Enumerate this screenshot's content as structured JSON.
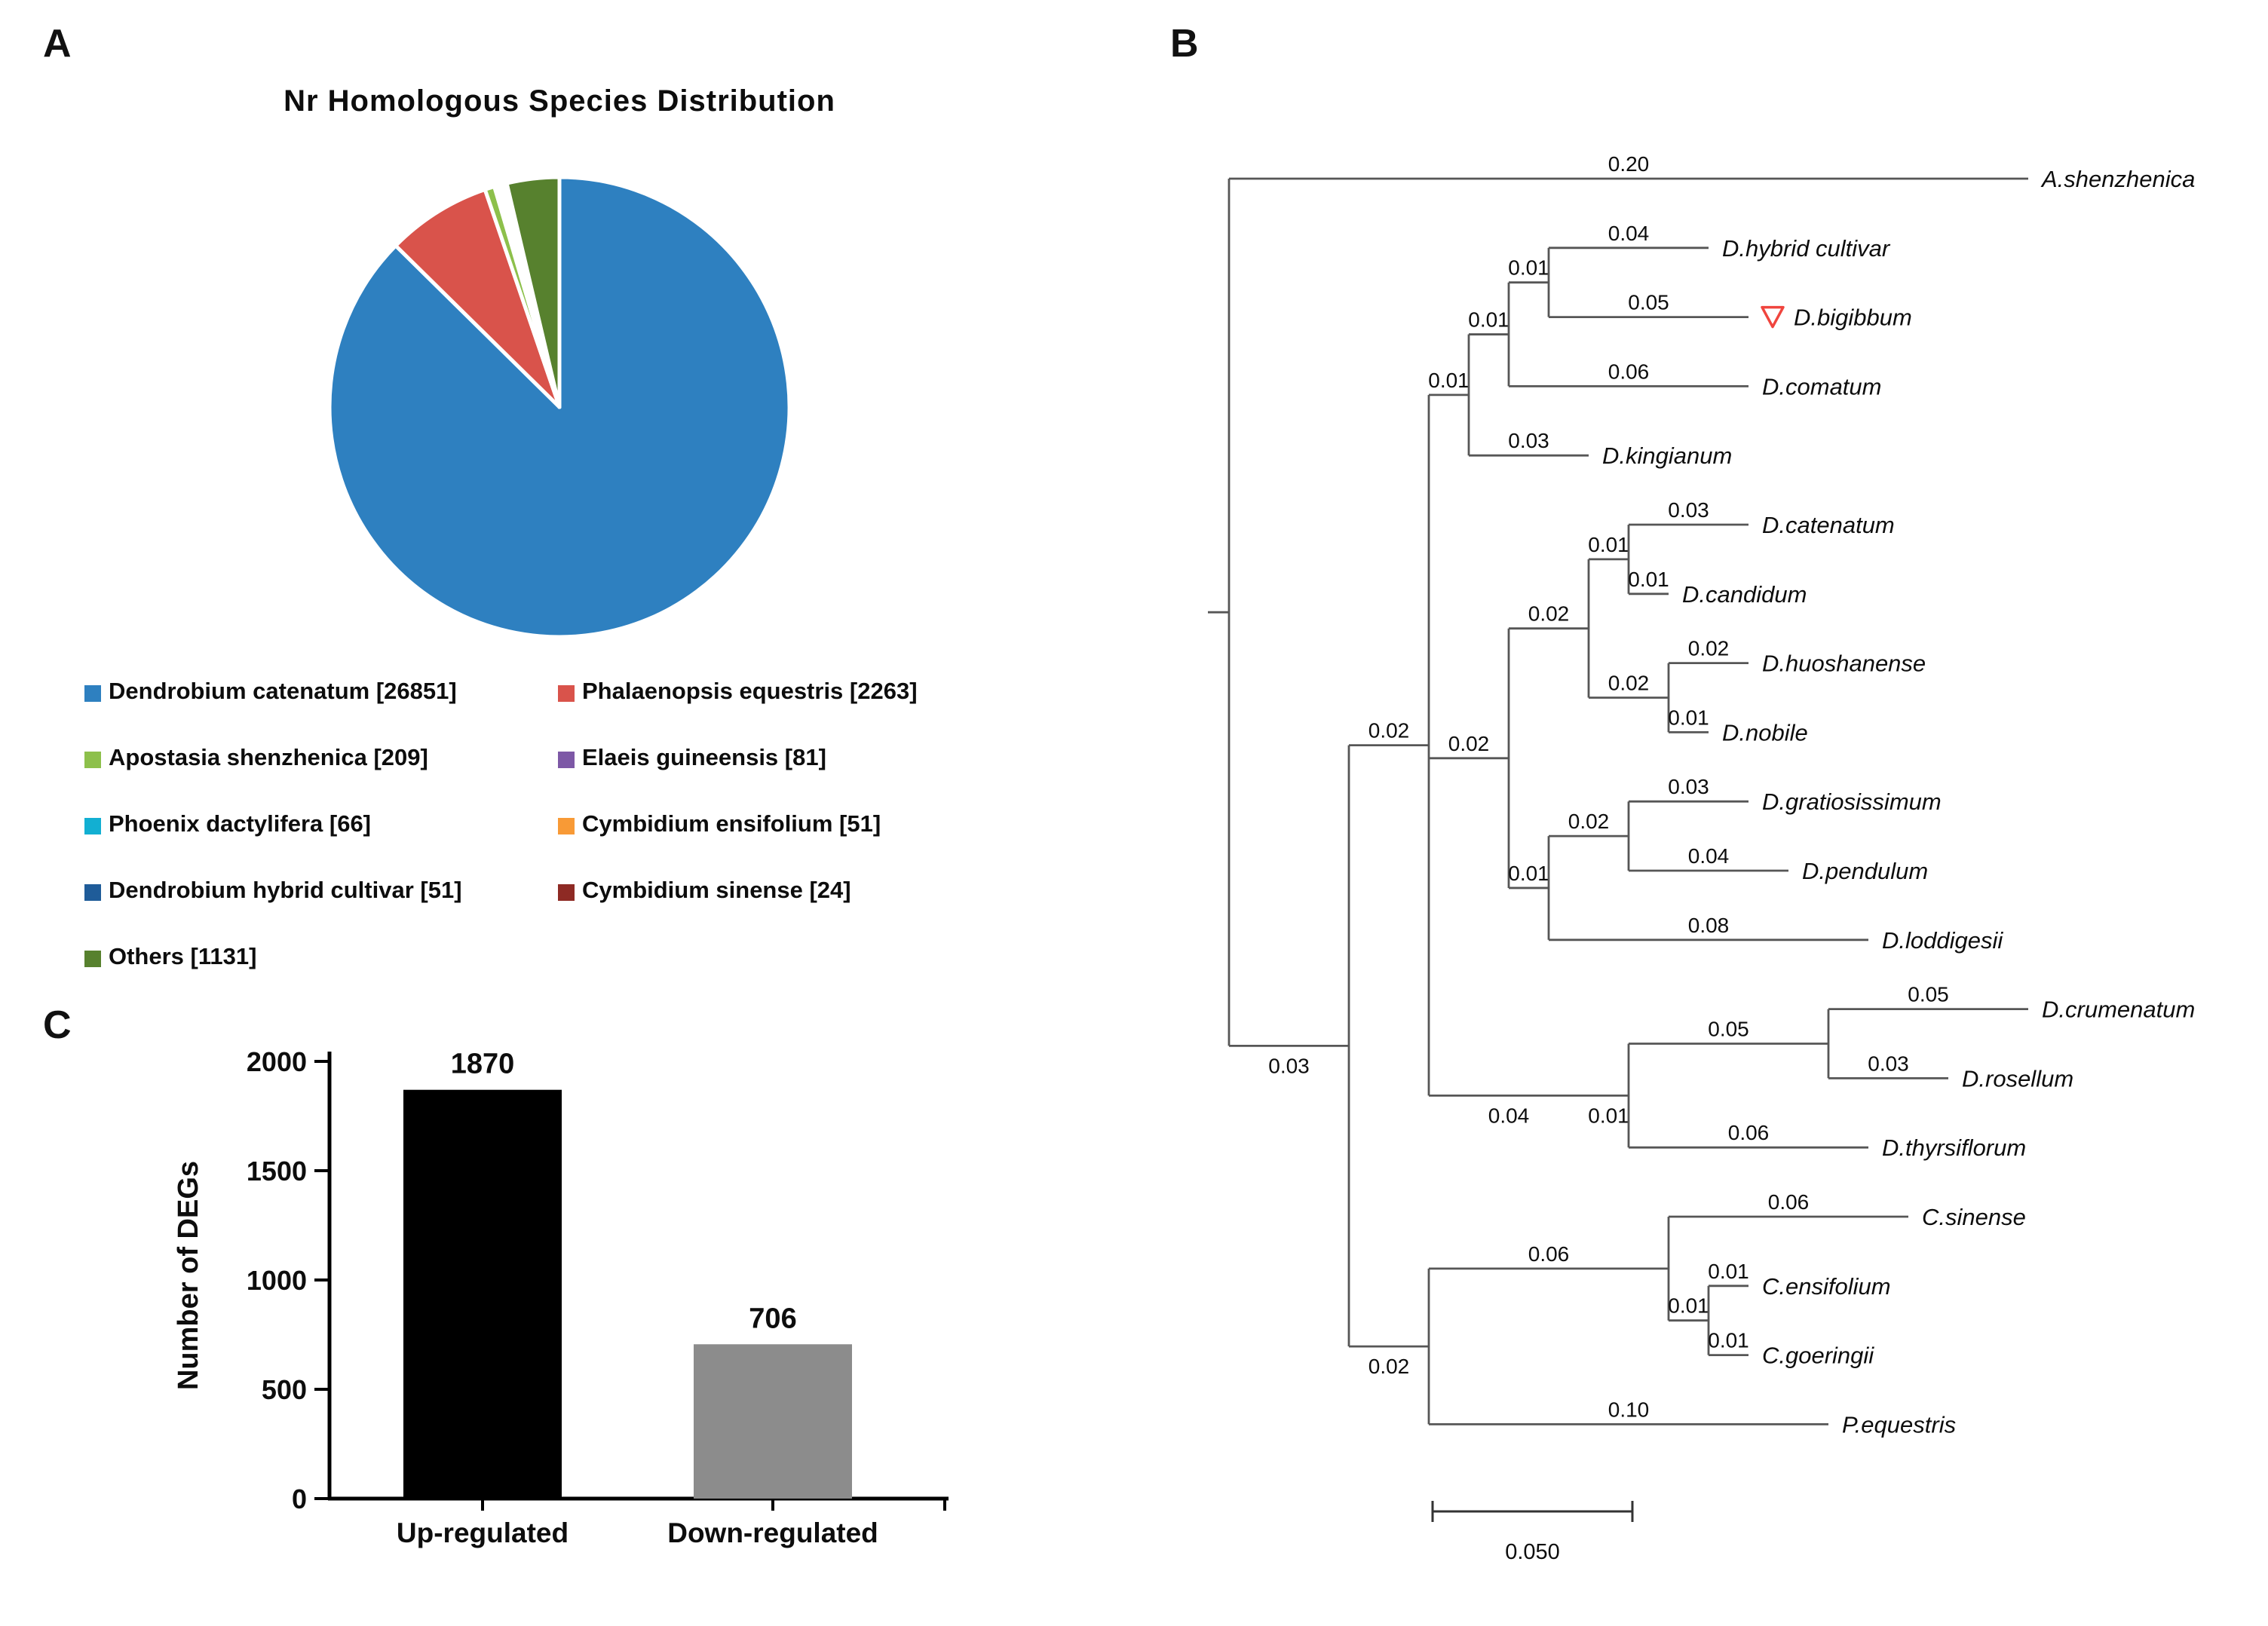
{
  "panels": {
    "a": "A",
    "b": "B",
    "c": "C"
  },
  "colors": {
    "background": "#ffffff",
    "tree_line": "#565656",
    "axis": "#000000",
    "text": "#111111",
    "marker_red": "#f0453e",
    "pie_separator": "#ffffff"
  },
  "chart_data": [
    {
      "type": "pie",
      "title": "Nr Homologous Species Distribution",
      "labels": [
        "Dendrobium catenatum",
        "Phalaenopsis equestris",
        "Apostasia shenzhenica",
        "Elaeis guineensis",
        "Phoenix dactylifera",
        "Dendrobium hybrid cultivar",
        "Cymbidium ensifolium",
        "Cymbidium sinense",
        "Others"
      ],
      "values": [
        26851,
        2263,
        209,
        81,
        66,
        51,
        51,
        24,
        1131
      ],
      "colors": [
        "#2E80C0",
        "#D9534B",
        "#8DC04B",
        "#7D58A6",
        "#12AFD2",
        "#1F5C99",
        "#F89A36",
        "#8E2A24",
        "#57812E"
      ],
      "legend_rows": [
        [
          0,
          1
        ],
        [
          2,
          3
        ],
        [
          4,
          6
        ],
        [
          5,
          7
        ],
        [
          8,
          null
        ]
      ],
      "legend_position": "below",
      "start_angle_deg": -90,
      "direction": "clockwise"
    },
    {
      "type": "bar",
      "categories": [
        "Up-regulated",
        "Down-regulated"
      ],
      "values": [
        1870,
        706
      ],
      "value_labels": [
        "1870",
        "706"
      ],
      "bar_colors": [
        "#000000",
        "#8c8c8c"
      ],
      "ylabel": "Number of DEGs",
      "yticks": [
        "0",
        "500",
        "1000",
        "1500",
        "2000"
      ],
      "ylim": [
        0,
        2000
      ],
      "grid": false
    },
    {
      "type": "tree",
      "description": "Phylogenetic tree (phylogram) with branch lengths",
      "scale_bar_label": "0.050",
      "scale_bar_value": 0.05,
      "root": {
        "children": [
          {
            "name": "A.shenzhenica",
            "length": 0.2,
            "label": "0.20"
          },
          {
            "length": 0.03,
            "label": "0.03",
            "label_side": "below",
            "children": [
              {
                "length": 0.02,
                "label": "0.02",
                "children": [
                  {
                    "length": 0.01,
                    "label": "0.01",
                    "children": [
                      {
                        "length": 0.01,
                        "label": "0.01",
                        "children": [
                          {
                            "length": 0.01,
                            "label": "0.01",
                            "children": [
                              {
                                "name": "D.hybrid cultivar",
                                "length": 0.04,
                                "label": "0.04"
                              },
                              {
                                "name": "D.bigibbum",
                                "length": 0.05,
                                "label": "0.05",
                                "marker": true
                              }
                            ]
                          },
                          {
                            "name": "D.comatum",
                            "length": 0.06,
                            "label": "0.06"
                          }
                        ]
                      },
                      {
                        "name": "D.kingianum",
                        "length": 0.03,
                        "label": "0.03"
                      }
                    ]
                  },
                  {
                    "length": 0.02,
                    "label": "0.02",
                    "children": [
                      {
                        "length": 0.02,
                        "label": "0.02",
                        "children": [
                          {
                            "length": 0.01,
                            "label": "0.01",
                            "children": [
                              {
                                "name": "D.catenatum",
                                "length": 0.03,
                                "label": "0.03"
                              },
                              {
                                "name": "D.candidum",
                                "length": 0.01,
                                "label": "0.01"
                              }
                            ]
                          },
                          {
                            "length": 0.02,
                            "label": "0.02",
                            "children": [
                              {
                                "name": "D.huoshanense",
                                "length": 0.02,
                                "label": "0.02"
                              },
                              {
                                "name": "D.nobile",
                                "length": 0.01,
                                "label": "0.01"
                              }
                            ]
                          }
                        ]
                      },
                      {
                        "length": 0.01,
                        "label": "0.01",
                        "children": [
                          {
                            "length": 0.02,
                            "label": "0.02",
                            "children": [
                              {
                                "name": "D.gratiosissimum",
                                "length": 0.03,
                                "label": "0.03"
                              },
                              {
                                "name": "D.pendulum",
                                "length": 0.04,
                                "label": "0.04"
                              }
                            ]
                          },
                          {
                            "name": "D.loddigesii",
                            "length": 0.08,
                            "label": "0.08"
                          }
                        ]
                      }
                    ]
                  },
                  {
                    "length": 0.04,
                    "label": "0.04",
                    "label_side": "below",
                    "children": [
                      {
                        "length": 0.01,
                        "label": "0.01",
                        "label_side": "below",
                        "children": [
                          {
                            "length": 0.05,
                            "label": "0.05",
                            "children": [
                              {
                                "name": "D.crumenatum",
                                "length": 0.05,
                                "label": "0.05"
                              },
                              {
                                "name": "D.rosellum",
                                "length": 0.03,
                                "label": "0.03"
                              }
                            ]
                          },
                          {
                            "name": "D.thyrsiflorum",
                            "length": 0.06,
                            "label": "0.06"
                          }
                        ]
                      }
                    ]
                  }
                ]
              },
              {
                "length": 0.02,
                "label": "0.02",
                "label_side": "below",
                "children": [
                  {
                    "length": 0.06,
                    "label": "0.06",
                    "children": [
                      {
                        "name": "C.sinense",
                        "length": 0.06,
                        "label": "0.06"
                      },
                      {
                        "length": 0.01,
                        "label": "0.01",
                        "children": [
                          {
                            "name": "C.ensifolium",
                            "length": 0.01,
                            "label": "0.01"
                          },
                          {
                            "name": "C.goeringii",
                            "length": 0.01,
                            "label": "0.01"
                          }
                        ]
                      }
                    ]
                  },
                  {
                    "name": "P.equestris",
                    "length": 0.1,
                    "label": "0.10"
                  }
                ]
              }
            ]
          }
        ]
      }
    }
  ]
}
